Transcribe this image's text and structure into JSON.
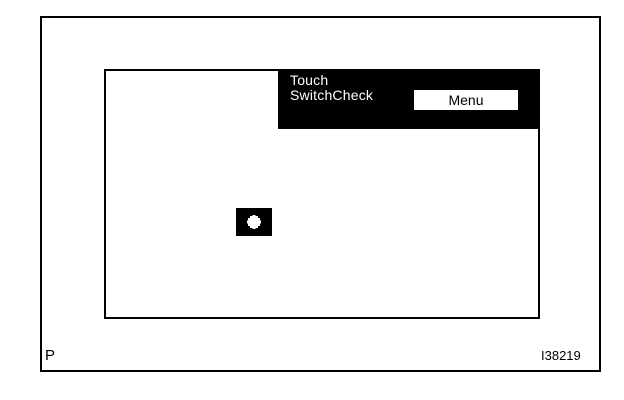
{
  "screen": {
    "header": {
      "title_line1": "Touch",
      "title_line2": "SwitchCheck",
      "menu_label": "Menu"
    },
    "target_icon": "plus-icon"
  },
  "figure": {
    "corner_left_label": "P",
    "corner_right_label": "I38219"
  },
  "colors": {
    "foreground": "#000000",
    "background": "#ffffff"
  }
}
